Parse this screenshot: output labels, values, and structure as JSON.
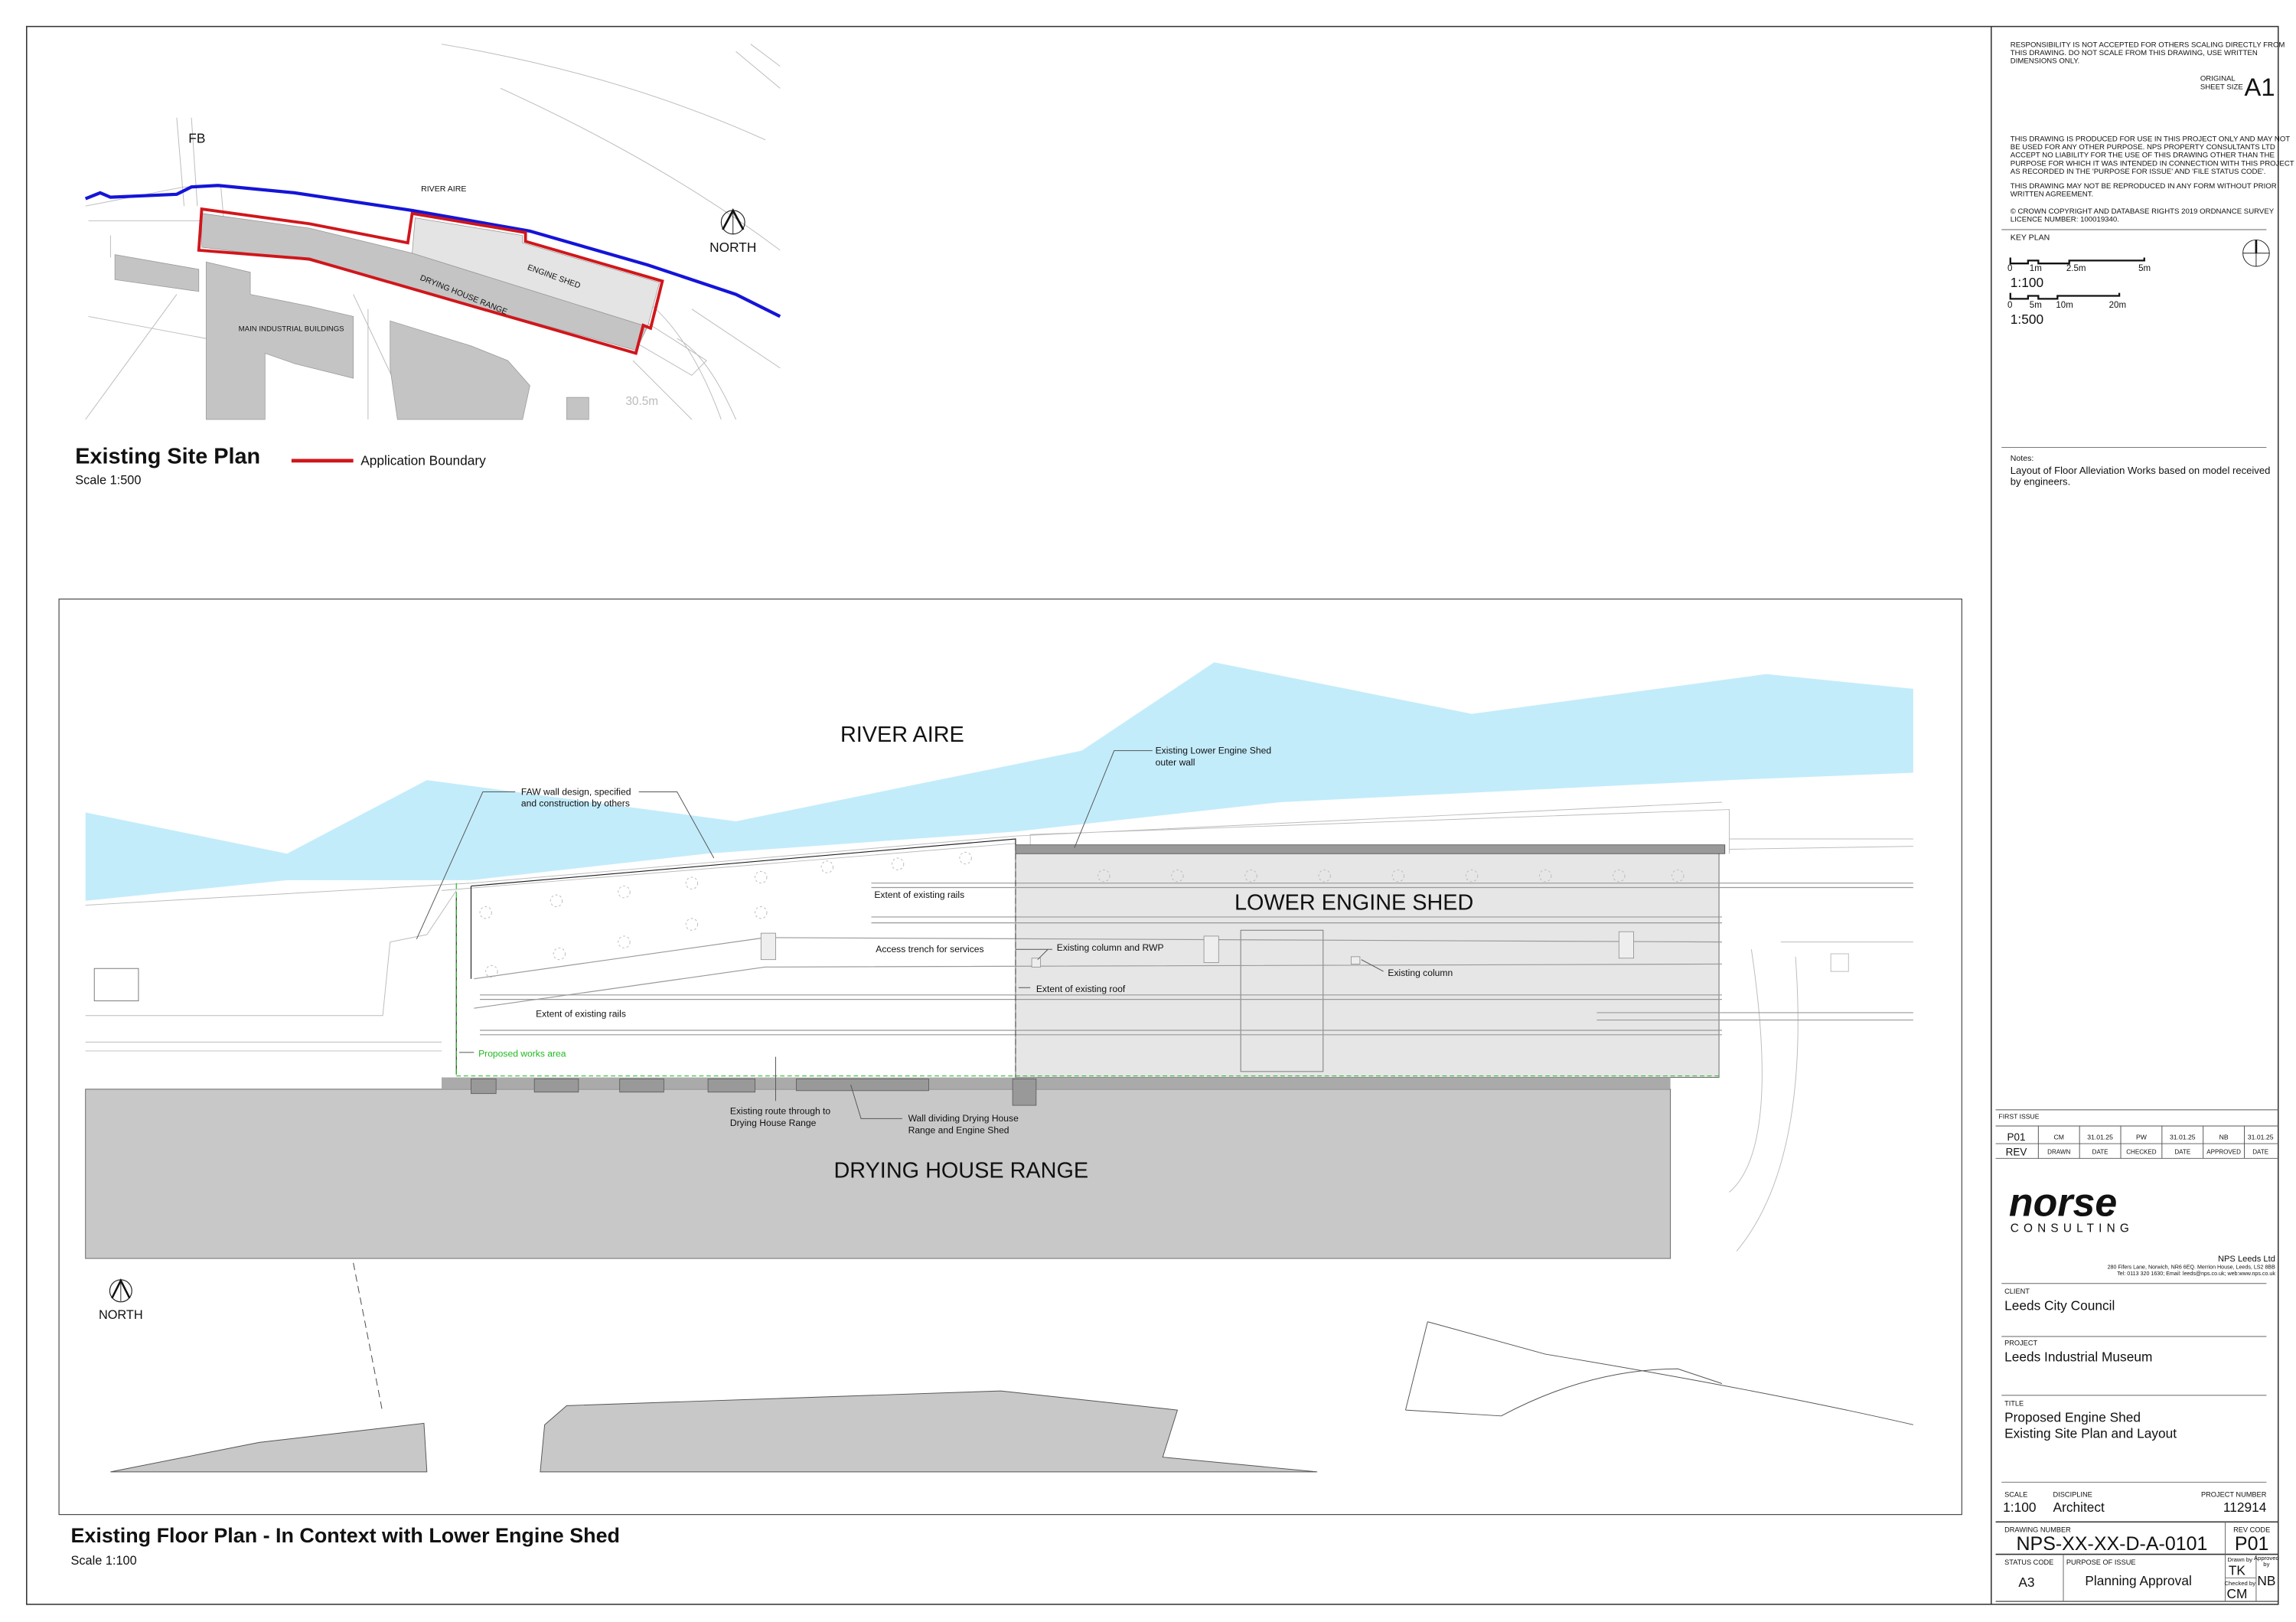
{
  "site_plan": {
    "title": "Existing Site Plan",
    "scale": "Scale 1:500",
    "legend_label": "Application Boundary",
    "labels": {
      "fb": "FB",
      "river": "RIVER AIRE",
      "engine_shed": "ENGINE SHED",
      "drying_house": "DRYING HOUSE RANGE",
      "main_buildings": "MAIN INDUSTRIAL BUILDINGS",
      "level": "30.5m",
      "north": "NORTH"
    },
    "colors": {
      "boundary": "#d0161b",
      "river_line": "#1414d8",
      "building": "#c4c4c4"
    }
  },
  "floor_plan": {
    "title": "Existing Floor Plan - In Context with Lower Engine Shed",
    "scale": "Scale 1:100",
    "labels": {
      "river": "RIVER AIRE",
      "lower_engine_shed": "LOWER ENGINE SHED",
      "drying_house": "DRYING HOUSE RANGE",
      "faw_1": "FAW wall design, specified",
      "faw_2": "and construction by others",
      "outer_wall_1": "Existing Lower Engine Shed",
      "outer_wall_2": "outer wall",
      "rails_1": "Extent of existing rails",
      "trench": "Access trench for services",
      "column_rwp": "Existing column and RWP",
      "column": "Existing column",
      "roof": "Extent of existing roof",
      "rails_2": "Extent of existing rails",
      "works_area": "Proposed works area",
      "route_1": "Existing route through to",
      "route_2": "Drying House Range",
      "wall_1": "Wall dividing Drying House",
      "wall_2": "Range and Engine Shed",
      "north": "NORTH"
    },
    "colors": {
      "river": "#c3ecfb",
      "shed": "#e6e6e6",
      "drying_house": "#c8c8c8",
      "works_area": "#22b822"
    }
  },
  "title_block": {
    "disclaimer": [
      "RESPONSIBILITY IS NOT ACCEPTED FOR OTHERS SCALING DIRECTLY FROM",
      "THIS DRAWING. DO NOT SCALE FROM THIS DRAWING, USE WRITTEN",
      "DIMENSIONS ONLY."
    ],
    "sheet_size_label": [
      "ORIGINAL",
      "SHEET SIZE"
    ],
    "sheet_size": "A1",
    "usage": [
      "THIS DRAWING IS PRODUCED FOR USE IN THIS PROJECT ONLY AND MAY NOT",
      "BE USED FOR ANY OTHER PURPOSE. NPS PROPERTY CONSULTANTS LTD",
      "ACCEPT NO LIABILITY FOR THE USE OF THIS DRAWING OTHER THAN THE",
      "PURPOSE FOR WHICH IT WAS INTENDED IN CONNECTION WITH THIS PROJECT",
      "AS RECORDED IN THE 'PURPOSE FOR ISSUE' AND 'FILE STATUS CODE'."
    ],
    "reproduction": [
      "THIS DRAWING MAY NOT BE REPRODUCED IN ANY FORM WITHOUT PRIOR",
      "WRITTEN AGREEMENT."
    ],
    "copyright": [
      "© CROWN COPYRIGHT AND DATABASE RIGHTS 2019 ORDNANCE SURVEY",
      "LICENCE NUMBER: 100019340."
    ],
    "key_plan": "KEY PLAN",
    "scale_bar_100": {
      "ticks": [
        "0",
        "1m",
        "2.5m",
        "5m"
      ],
      "label": "1:100"
    },
    "scale_bar_500": {
      "ticks": [
        "0",
        "5m",
        "10m",
        "20m"
      ],
      "label": "1:500"
    },
    "notes_label": "Notes:",
    "notes": [
      "Layout of Floor Alleviation Works based on model received",
      "by engineers."
    ],
    "first_issue": "FIRST ISSUE",
    "revision_row": [
      "P01",
      "CM",
      "31.01.25",
      "PW",
      "31.01.25",
      "NB",
      "31.01.25"
    ],
    "revision_headers": [
      "REV",
      "DRAWN",
      "DATE",
      "CHECKED",
      "DATE",
      "APPROVED",
      "DATE"
    ],
    "logo": {
      "name": "norse",
      "sub": "CONSULTING"
    },
    "company": "NPS Leeds Ltd",
    "address": "280 Fifers Lane, Norwich, NR6 6EQ.  Merrion House, Leeds, LS2 8BB",
    "contact": "Tel: 0113 320 1630; Email: leeds@nps.co.uk; web:www.nps.co.uk",
    "client_label": "CLIENT",
    "client": "Leeds City Council",
    "project_label": "PROJECT",
    "project": "Leeds Industrial Museum",
    "title_label": "TITLE",
    "title": [
      "Proposed Engine Shed",
      "Existing Site Plan and Layout"
    ],
    "scale_label": "SCALE",
    "scale": "1:100",
    "discipline_label": "DISCIPLINE",
    "discipline": "Architect",
    "project_number_label": "PROJECT NUMBER",
    "project_number": "112914",
    "drawing_number_label": "DRAWING NUMBER",
    "drawing_number": "NPS-XX-XX-D-A-0101",
    "rev_code_label": "REV CODE",
    "rev_code": "P01",
    "status_code_label": "STATUS CODE",
    "status_code": "A3",
    "purpose_label": "PURPOSE OF ISSUE",
    "purpose": "Planning Approval",
    "drawn_by_label": "Drawn by",
    "drawn_by": "TK",
    "checked_by_label": "Checked by",
    "checked_by": "CM",
    "approved_by_label": [
      "Approved",
      "by"
    ],
    "approved_by": "NB"
  }
}
